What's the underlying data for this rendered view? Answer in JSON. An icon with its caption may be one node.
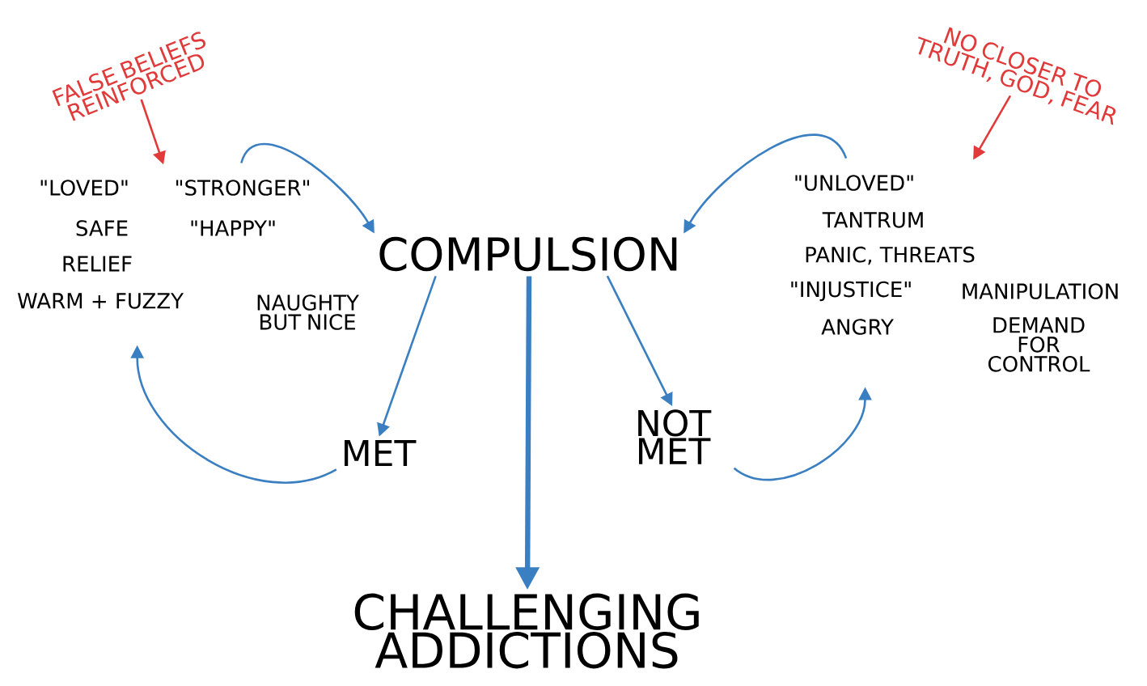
{
  "diagram": {
    "nodes": [
      {
        "text": [
          "COMPULSION"
        ]
      },
      {
        "text": [
          "\"LOVED\"",
          "\"STRONGER\"",
          "SAFE",
          "\"HAPPY\"",
          "RELIEF",
          "WARM + FUZZY",
          "NAUGHTY BUT NICE"
        ]
      },
      {
        "text": [
          "MET"
        ]
      },
      {
        "text": [
          "NOT MET"
        ]
      },
      {
        "text": [
          "\"UNLOVED\"",
          "TANTRUM",
          "PANIC, THREATS",
          "\"INJUSTICE\"",
          "MANIPULATION",
          "ANGRY",
          "DEMAND FOR CONTROL"
        ]
      },
      {
        "text": [
          "CHALLENGING ADDICTIONS"
        ]
      },
      {
        "text": [
          "FALSE BELIEFS REINFORCED"
        ]
      },
      {
        "text": [
          "NO CLOSER TO TRUTH, GOD, FEAR"
        ]
      }
    ],
    "edges": [
      {
        "from": 1,
        "to": 0,
        "arrow": "to"
      },
      {
        "from": 0,
        "to": 2,
        "arrow": "to"
      },
      {
        "from": 0,
        "to": 3,
        "arrow": "to"
      },
      {
        "from": 0,
        "to": 5,
        "arrow": "to",
        "style": "thick"
      },
      {
        "from": 2,
        "to": 1,
        "arrow": "to"
      },
      {
        "from": 3,
        "to": 4,
        "arrow": "to"
      },
      {
        "from": 4,
        "to": 0,
        "arrow": "to"
      },
      {
        "from": 6,
        "to": 1,
        "arrow": "to",
        "color": "#e03a3a"
      },
      {
        "from": 7,
        "to": 4,
        "arrow": "to",
        "color": "#e03a3a"
      }
    ]
  }
}
